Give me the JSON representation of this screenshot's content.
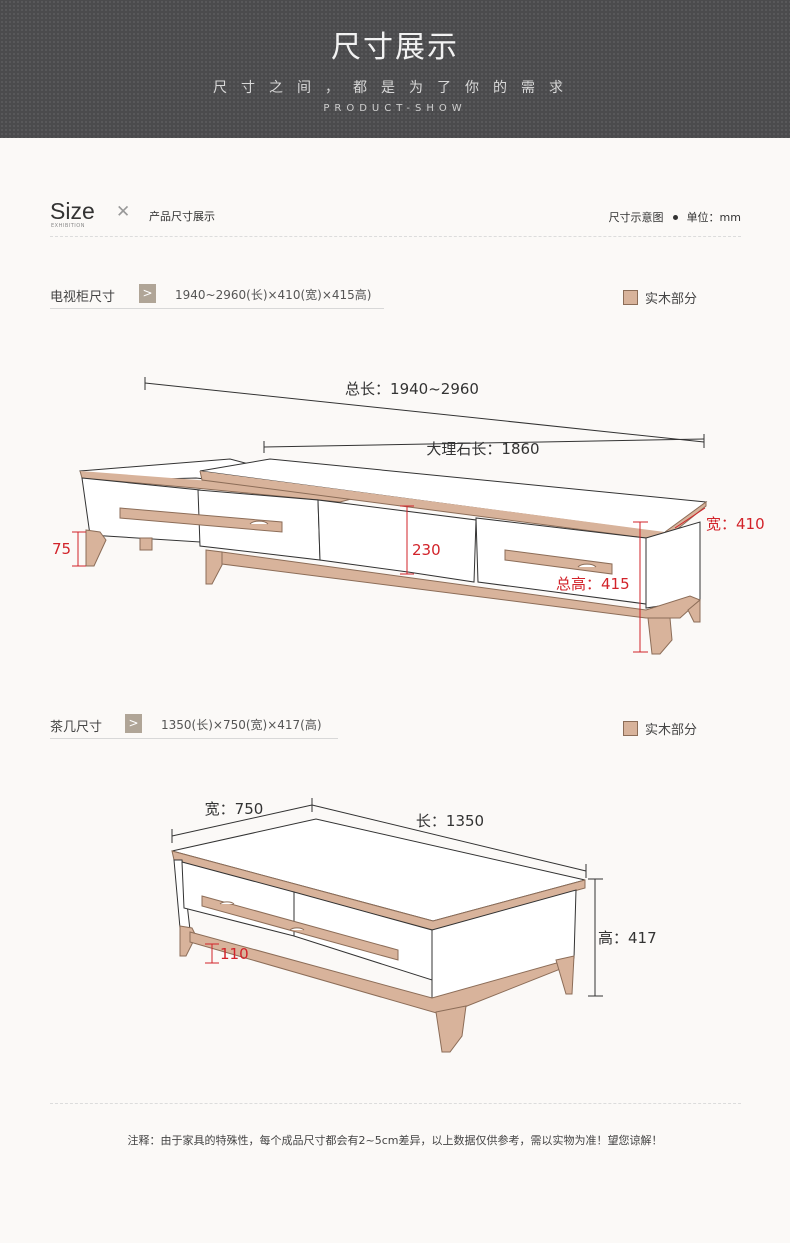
{
  "banner": {
    "title": "尺寸展示",
    "subtitle": "尺寸之间，都是为了你的需求",
    "english": "PRODUCT-SHOW"
  },
  "size_header": {
    "word": "Size",
    "small": "EXHIBITION",
    "label": "产品尺寸展示",
    "diagram_label": "尺寸示意图",
    "unit_label": "单位：mm"
  },
  "tv_cabinet": {
    "name": "电视柜尺寸",
    "arrow": ">",
    "spec": "1940~2960(长)×410(宽)×415高)",
    "legend": "实木部分",
    "total_length": "总长：1940~2960",
    "marble_length": "大理石长：1860",
    "width": "宽：410",
    "leg_height": "75",
    "gap_height": "230",
    "total_height": "总高：415"
  },
  "coffee_table": {
    "name": "茶几尺寸",
    "arrow": ">",
    "spec": "1350(长)×750(宽)×417(高)",
    "legend": "实木部分",
    "width": "宽：750",
    "length": "长：1350",
    "height": "高：417",
    "drawer_height": "110"
  },
  "footer": {
    "note": "注释：由于家具的特殊性，每个成品尺寸都会有2~5cm差异，以上数据仅供参考，需以实物为准！望您谅解！"
  },
  "colors": {
    "wood": "#d8b39b",
    "wood_stroke": "#8c6d58",
    "dimension_red": "#d2232a",
    "banner_bg": "#4b4b4d"
  }
}
